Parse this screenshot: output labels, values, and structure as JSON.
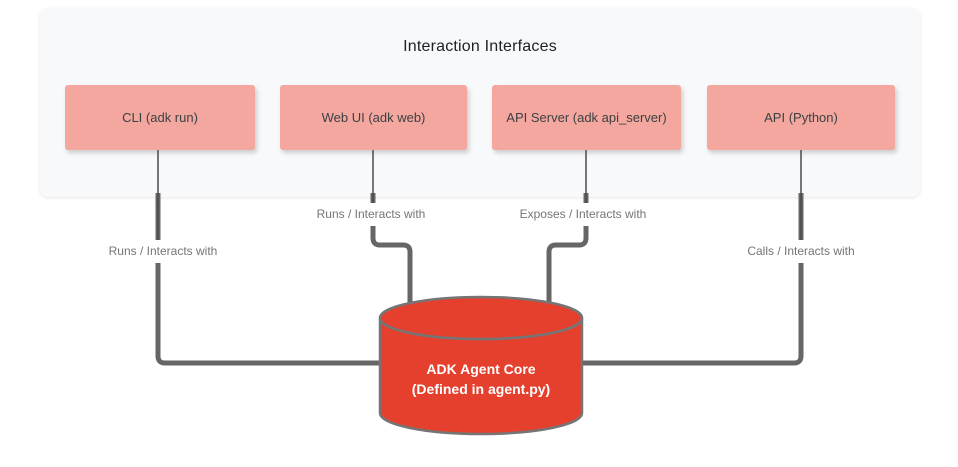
{
  "group": {
    "title": "Interaction Interfaces"
  },
  "interfaces": [
    {
      "id": "cli",
      "label": "CLI (adk run)",
      "edge_label": "Runs / Interacts with"
    },
    {
      "id": "web-ui",
      "label": "Web UI (adk web)",
      "edge_label": "Runs / Interacts with"
    },
    {
      "id": "api-server",
      "label": "API Server (adk api_server)",
      "edge_label": "Exposes / Interacts with"
    },
    {
      "id": "api-python",
      "label": "API (Python)",
      "edge_label": "Calls / Interacts with"
    }
  ],
  "core": {
    "label_line1": "ADK Agent Core",
    "label_line2": "(Defined in agent.py)"
  },
  "colors": {
    "container_bg": "#F8F9FA",
    "node_fill": "#F4A79F",
    "node_text": "#3C4043",
    "core_fill": "#E5402E",
    "core_stroke": "#757575",
    "core_text": "#FFFFFF",
    "connector_thick": "#666666",
    "connector_thin": "#4A4A4A",
    "edge_label_text": "#757575"
  }
}
